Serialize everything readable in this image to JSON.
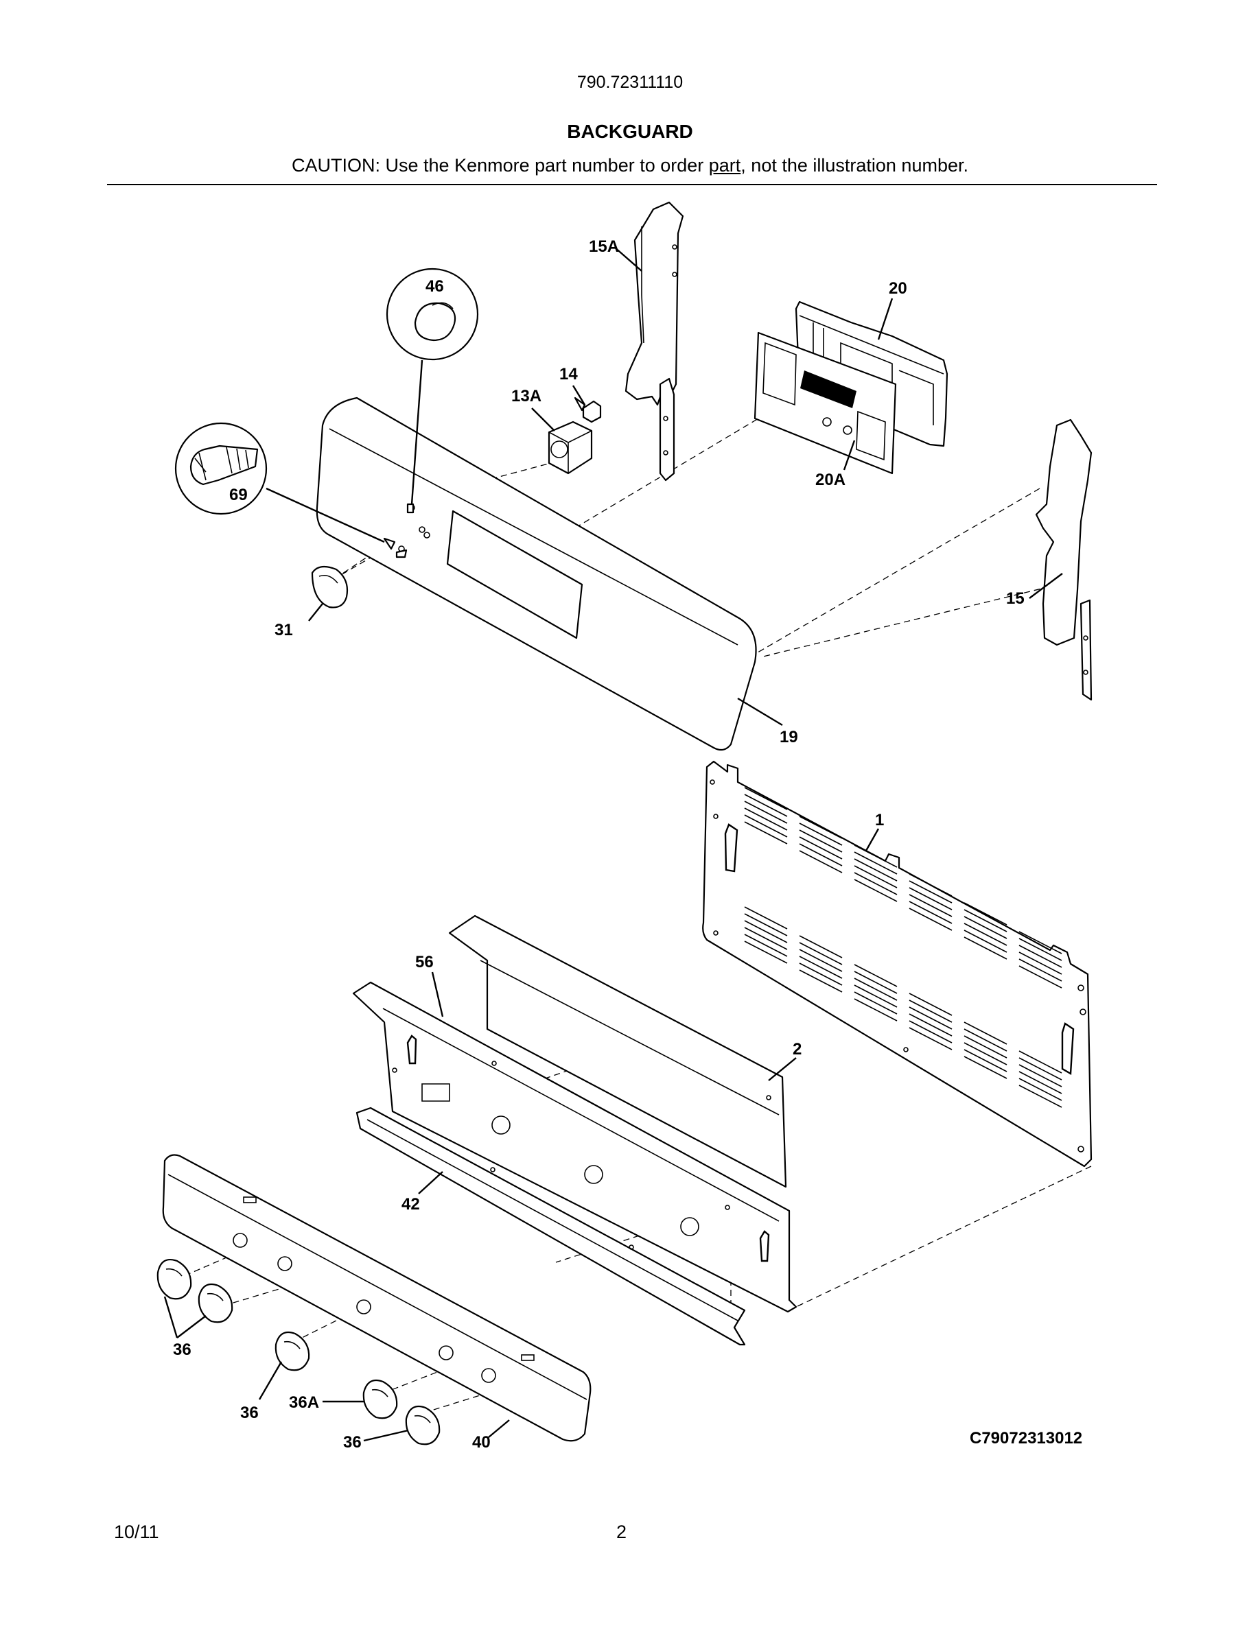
{
  "header": {
    "model": "790.72311110",
    "title": "BACKGUARD",
    "caution_prefix": "CAUTION: Use the Kenmore part number to order ",
    "caution_underlined": "part",
    "caution_suffix": ", not the illustration number."
  },
  "diagram": {
    "figure_code": "C79072313012",
    "callouts": {
      "c15A": "15A",
      "c46": "46",
      "c20": "20",
      "c14": "14",
      "c13A": "13A",
      "c69": "69",
      "c20A": "20A",
      "c15": "15",
      "c31": "31",
      "c19": "19",
      "c1": "1",
      "c56": "56",
      "c2": "2",
      "c42": "42",
      "c36a": "36",
      "c36b": "36",
      "c36A": "36A",
      "c36c": "36",
      "c40": "40"
    }
  },
  "footer": {
    "date": "10/11",
    "page": "2"
  }
}
